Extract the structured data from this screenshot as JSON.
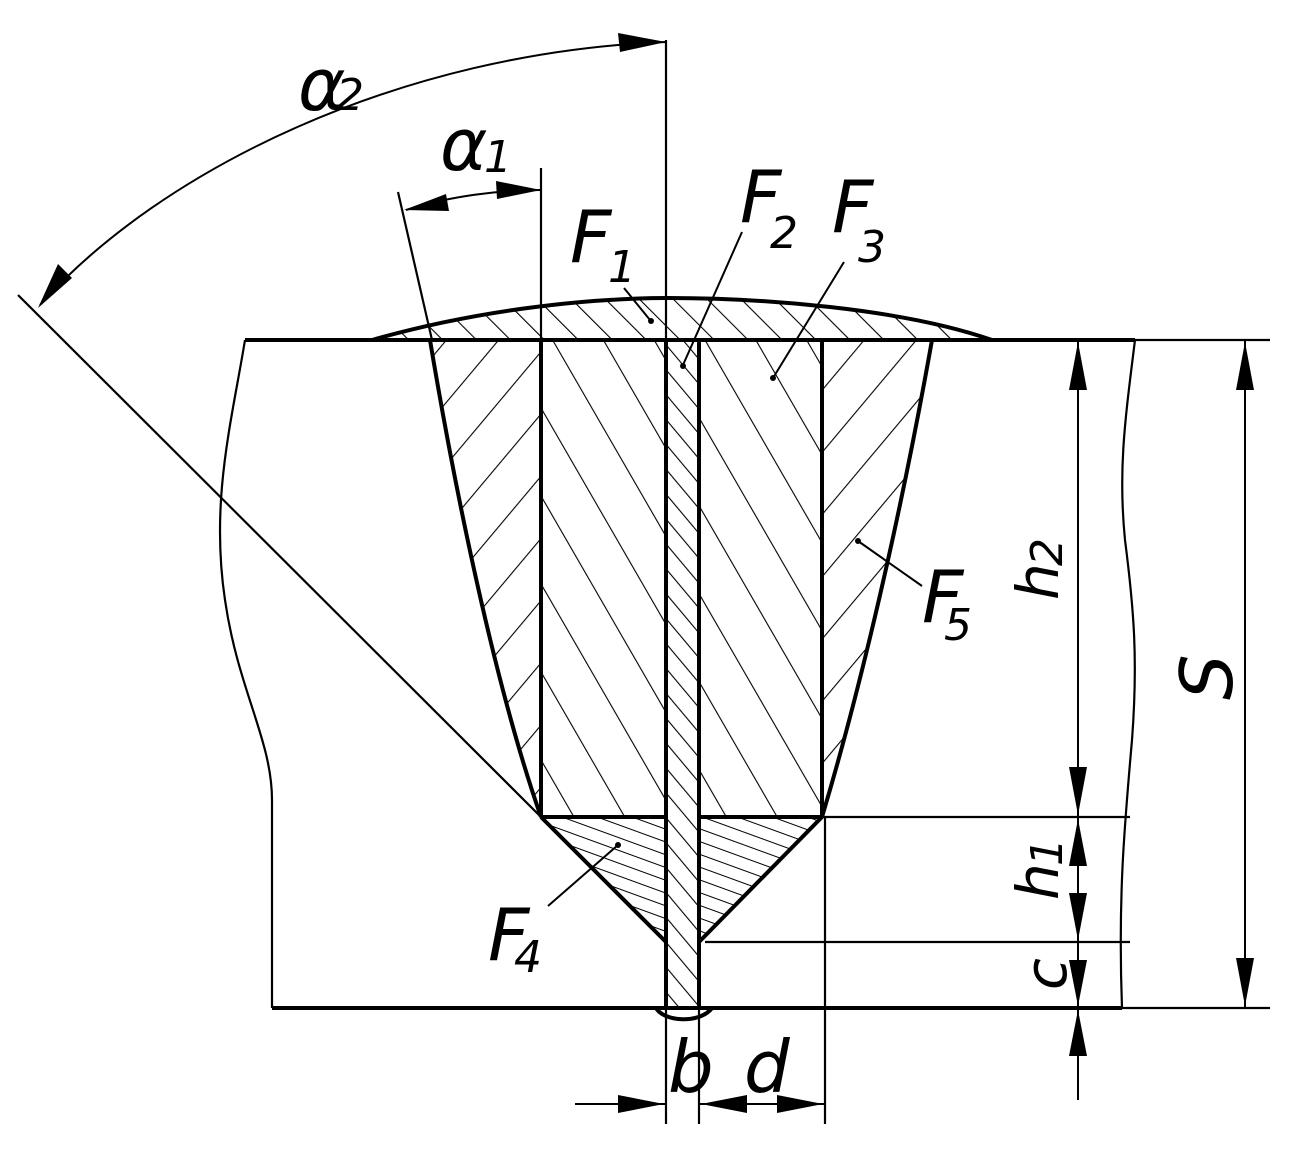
{
  "labels": {
    "alpha2": "α",
    "alpha2_sub": "2",
    "alpha1": "α",
    "alpha1_sub": "1",
    "F1": "F",
    "F1_sub": "1",
    "F2": "F",
    "F2_sub": "2",
    "F3": "F",
    "F3_sub": "3",
    "F4": "F",
    "F4_sub": "4",
    "F5": "F",
    "F5_sub": "5",
    "h2": "h",
    "h2_sub": "2",
    "h1": "h",
    "h1_sub": "1",
    "S": "S",
    "c": "c",
    "b": "b",
    "d": "d"
  },
  "colors": {
    "line": "#000000",
    "background": "#ffffff"
  }
}
